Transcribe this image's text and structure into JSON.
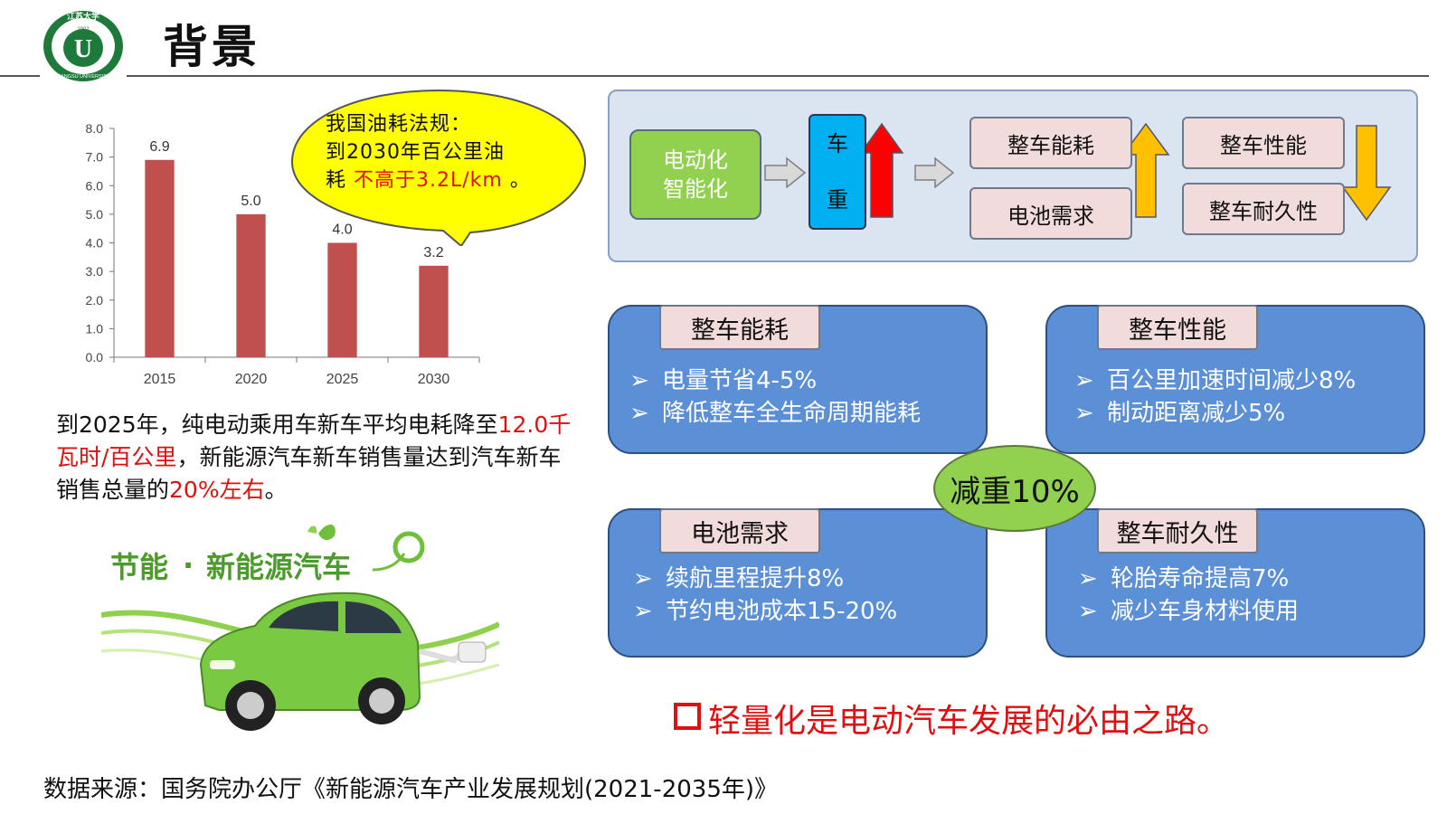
{
  "header": {
    "title": "背景",
    "logo_text": "江苏大学",
    "logo_year": "1902",
    "logo_subtext": "JIANGSU UNIVERSITY",
    "logo_letter": "U"
  },
  "chart_data": {
    "type": "bar",
    "categories": [
      "2015",
      "2020",
      "2025",
      "2030"
    ],
    "values": [
      6.9,
      5.0,
      4.0,
      3.2
    ],
    "value_labels": [
      "6.9",
      "5.0",
      "4.0",
      "3.2"
    ],
    "yticks": [
      "0.0",
      "1.0",
      "2.0",
      "3.0",
      "4.0",
      "5.0",
      "6.0",
      "7.0",
      "8.0"
    ],
    "ylim": [
      0,
      8
    ],
    "bar_color": "#c0504d",
    "grid": false
  },
  "callout": {
    "line1": "我国油耗法规：",
    "line2": "到2030年百公里油",
    "line3_a": "耗",
    "line3_red": "不高于3.2L/km",
    "line3_b": "。",
    "fill_color": "#ffff00"
  },
  "left_paragraph": {
    "part1": "到2025年，纯电动乘用车新车平均电耗降至",
    "red1": "12.0千瓦时/百公里",
    "part2": "，新能源汽车新车销售量达到汽车新车销售总量的",
    "red2": "20%左右",
    "part3": "。"
  },
  "car_banner": {
    "text_a": "节能",
    "dot": "·",
    "text_b": "新能源汽车"
  },
  "flow": {
    "electrification_line1": "电动化",
    "electrification_line2": "智能化",
    "weight_line1": "车",
    "weight_line2": "重",
    "energy": "整车能耗",
    "battery": "电池需求",
    "performance": "整车性能",
    "durability": "整车耐久性"
  },
  "quadrants": [
    {
      "title": "整车能耗",
      "items": [
        "电量节省4-5%",
        "降低整车全生命周期能耗"
      ]
    },
    {
      "title": "整车性能",
      "items": [
        "百公里加速时间减少8%",
        "制动距离减少5%"
      ]
    },
    {
      "title": "电池需求",
      "items": [
        "续航里程提升8%",
        "节约电池成本15-20%"
      ]
    },
    {
      "title": "整车耐久性",
      "items": [
        "轮胎寿命提高7%",
        "减少车身材料使用"
      ]
    }
  ],
  "bullet_symbol": "➢",
  "center_label": "减重10%",
  "conclusion": "轻量化是电动汽车发展的必由之路。",
  "source": "数据来源：国务院办公厅《新能源汽车产业发展规划(2021-2035年)》",
  "colors": {
    "accent_red": "#e01010",
    "card_blue": "#5b8fd6",
    "green": "#92d050",
    "cyan": "#00b0f0",
    "pink": "#f2dcdb"
  }
}
